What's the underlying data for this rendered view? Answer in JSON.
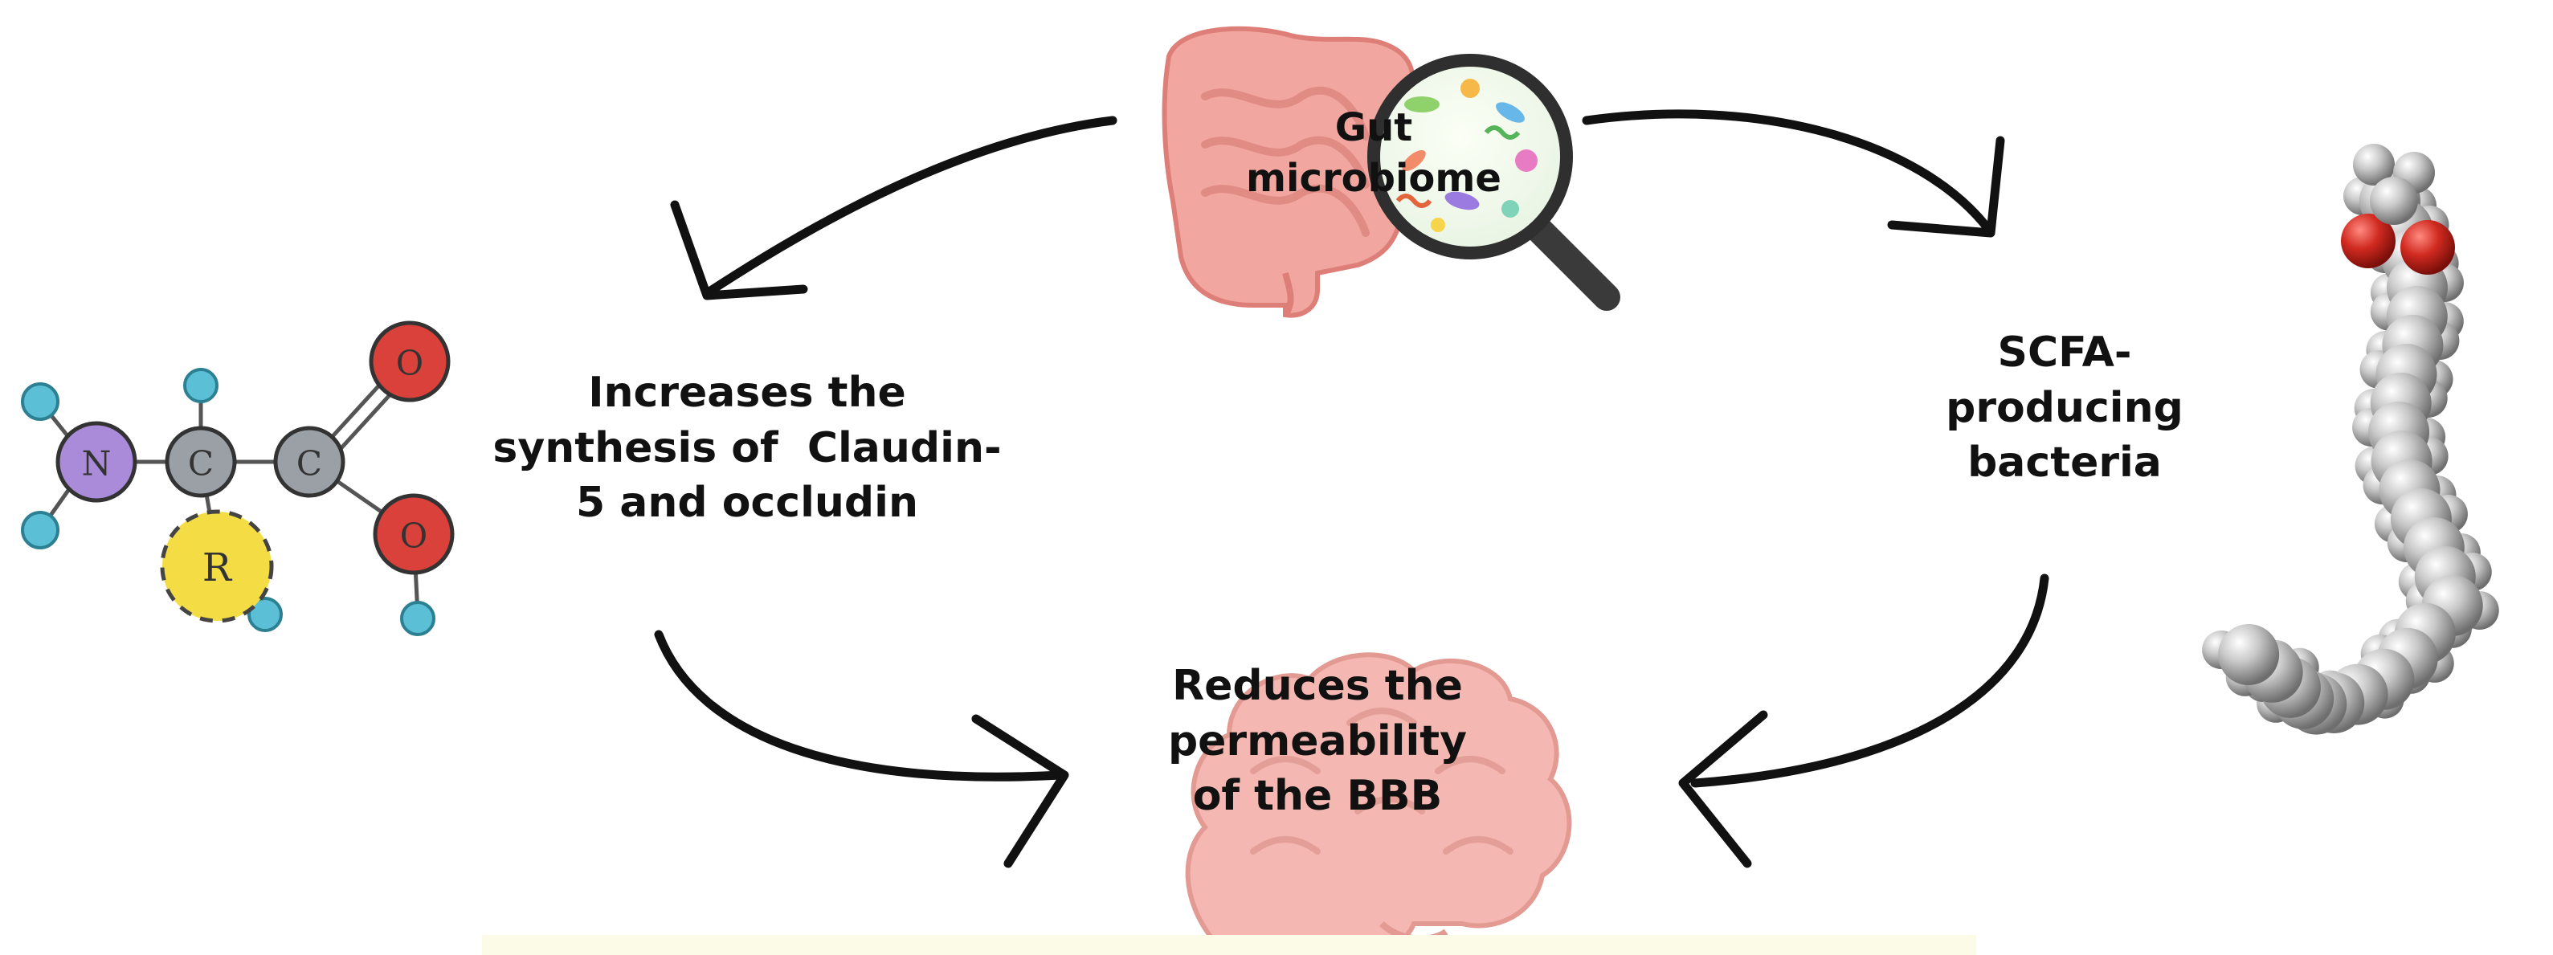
{
  "labels": {
    "gut_microbiome": [
      "Gut",
      "microbiome"
    ],
    "increases_synthesis": [
      "Increases the",
      "synthesis of  Claudin-",
      "5 and occludin"
    ],
    "scfa_bacteria": [
      "SCFA-",
      "producing",
      "bacteria"
    ],
    "reduces_permeability": [
      "Reduces the",
      "permeability",
      "of the BBB"
    ]
  },
  "amino_acid_atoms": {
    "nitrogen": "N",
    "carbon_alpha": "C",
    "carbon_carboxyl": "C",
    "oxygen_double": "O",
    "oxygen_hydroxyl": "O",
    "side_chain": "R"
  },
  "colors": {
    "intestine": "#f2a6a0",
    "intestine_dark": "#dd7f78",
    "brain": "#f5b7b1",
    "brain_dark": "#e29a93",
    "hydrogen_atom": "#5bc0d6",
    "nitrogen_atom": "#a98bd9",
    "carbon_atom": "#9aa0a6",
    "oxygen_atom": "#d9413a",
    "r_group": "#f4dc45",
    "arrow": "#111111",
    "bottom_strip": "#fbfbe8"
  }
}
